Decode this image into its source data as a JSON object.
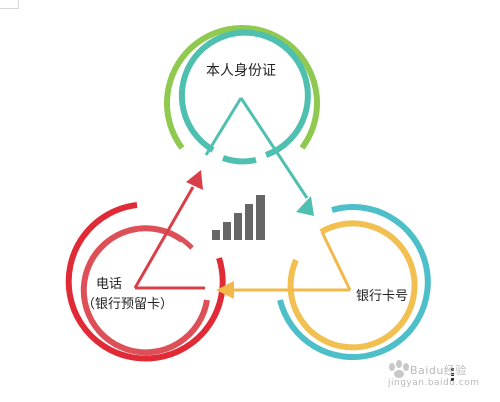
{
  "diagram": {
    "nodes": {
      "id_card": {
        "label": "本人身份证",
        "outer_color": "#8fc94f",
        "inner_color": "#4fbfb0"
      },
      "bank_card": {
        "label": "银行卡号",
        "outer_color": "#4cbfc9",
        "inner_color": "#f2c050"
      },
      "phone": {
        "label_line1": "电话",
        "label_line2": "（银行预留卡）",
        "outer_color": "#e02a35",
        "inner_color": "#de5058"
      }
    },
    "arrows": {
      "id_to_bank": {
        "color": "#4fbfb0"
      },
      "bank_to_phone": {
        "color": "#f2b84a"
      },
      "phone_to_id": {
        "color": "#d93f48"
      }
    },
    "center_icon": {
      "name": "signal-bars-icon",
      "color": "#666666"
    }
  },
  "watermark": {
    "text": "Baidu经验",
    "url": "jingyan.baidu.com"
  }
}
